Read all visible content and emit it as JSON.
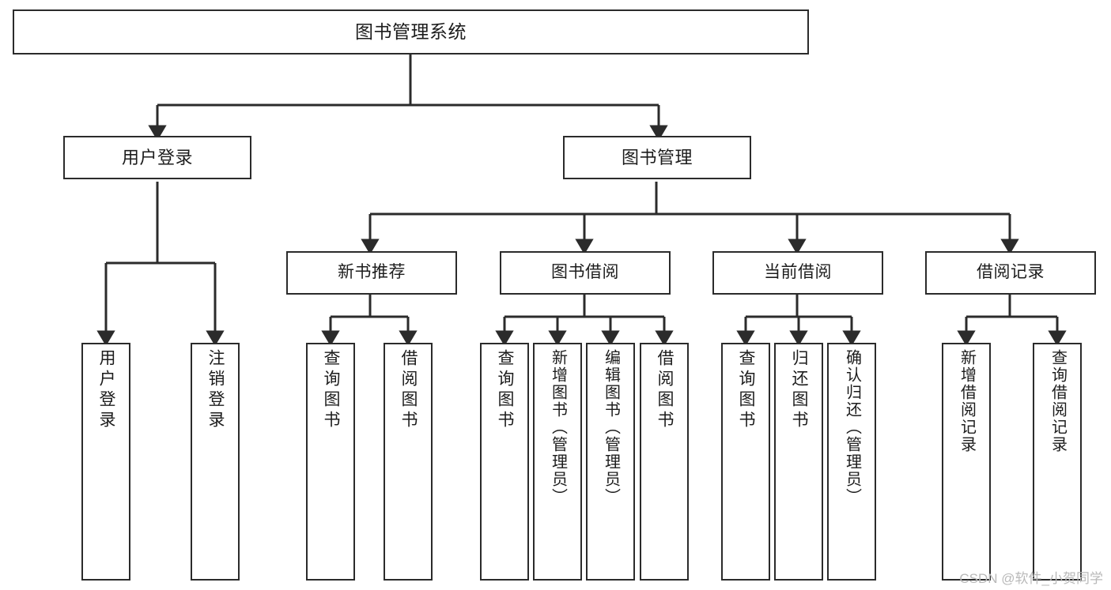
{
  "diagram": {
    "title": "图书管理系统",
    "type": "tree",
    "root": {
      "id": "root",
      "label": "图书管理系统"
    },
    "level1": [
      {
        "id": "user-login",
        "label": "用户登录"
      },
      {
        "id": "book-management",
        "label": "图书管理"
      }
    ],
    "level2": [
      {
        "id": "new-book-recommend",
        "label": "新书推荐",
        "parent": "book-management"
      },
      {
        "id": "book-borrow",
        "label": "图书借阅",
        "parent": "book-management"
      },
      {
        "id": "current-borrow",
        "label": "当前借阅",
        "parent": "book-management"
      },
      {
        "id": "borrow-record",
        "label": "借阅记录",
        "parent": "book-management"
      }
    ],
    "leaves": [
      {
        "id": "leaf-user-login",
        "label": "用户登录",
        "parent": "user-login"
      },
      {
        "id": "leaf-logout-login",
        "label": "注销登录",
        "parent": "user-login"
      },
      {
        "id": "leaf-query-book-1",
        "label": "查询图书",
        "parent": "new-book-recommend"
      },
      {
        "id": "leaf-borrow-book-1",
        "label": "借阅图书",
        "parent": "new-book-recommend"
      },
      {
        "id": "leaf-query-book-2",
        "label": "查询图书",
        "parent": "book-borrow"
      },
      {
        "id": "leaf-add-book",
        "label": "新增图书（管理员）",
        "parent": "book-borrow"
      },
      {
        "id": "leaf-edit-book",
        "label": "编辑图书（管理员）",
        "parent": "book-borrow"
      },
      {
        "id": "leaf-borrow-book-2",
        "label": "借阅图书",
        "parent": "book-borrow"
      },
      {
        "id": "leaf-query-book-3",
        "label": "查询图书",
        "parent": "current-borrow"
      },
      {
        "id": "leaf-return-book",
        "label": "归还图书",
        "parent": "current-borrow"
      },
      {
        "id": "leaf-confirm-return",
        "label": "确认归还（管理员）",
        "parent": "current-borrow"
      },
      {
        "id": "leaf-add-record",
        "label": "新增借阅记录",
        "parent": "borrow-record"
      },
      {
        "id": "leaf-query-record",
        "label": "查询借阅记录",
        "parent": "borrow-record"
      }
    ],
    "colors": {
      "node_border": "#2b2b2b",
      "node_fill": "#ffffff",
      "connector": "#2b2b2b",
      "background": "#ffffff",
      "watermark": "#b9b9b9"
    }
  },
  "watermark": {
    "text": "CSDN @软件_小贺同学"
  }
}
